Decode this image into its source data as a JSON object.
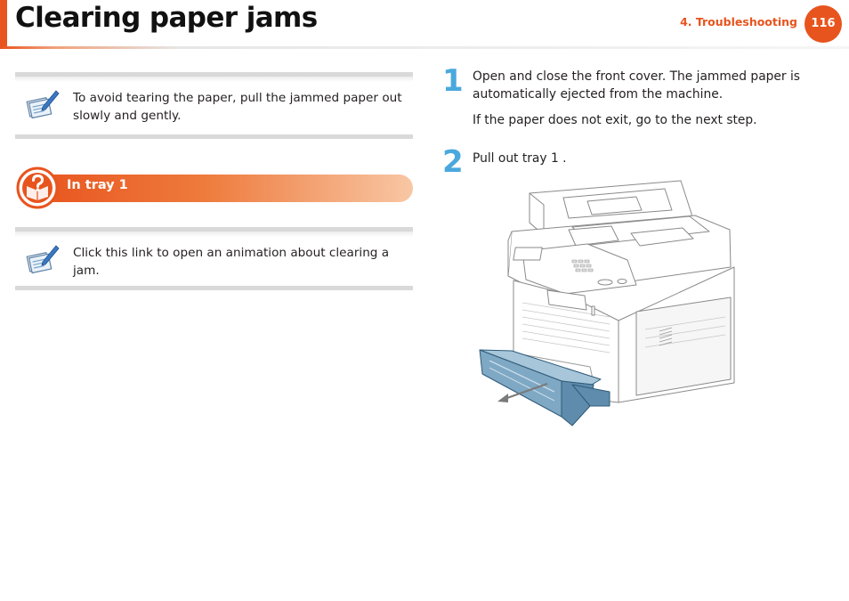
{
  "header": {
    "title": "Clearing paper jams",
    "chapter": "4.  Troubleshooting",
    "page_number": "116"
  },
  "notes": [
    {
      "icon": "note-pen-icon",
      "text": "To avoid tearing the paper, pull the jammed paper out slowly and gently."
    },
    {
      "icon": "note-pen-icon",
      "text": "Click this link to open an animation about clearing a jam."
    }
  ],
  "section": {
    "icon": "question-mark-icon",
    "title": "In tray 1"
  },
  "steps": [
    {
      "number": "1",
      "text": "Open and close the front cover. The jammed paper is automatically ejected from the machine.",
      "subtext": "If the paper does not exit, go to the next step."
    },
    {
      "number": "2",
      "text": "Pull out tray 1 ."
    }
  ],
  "colors": {
    "accent": "#e8541e",
    "step_number": "#4aa8dd",
    "tray": "#6a9ab8"
  }
}
